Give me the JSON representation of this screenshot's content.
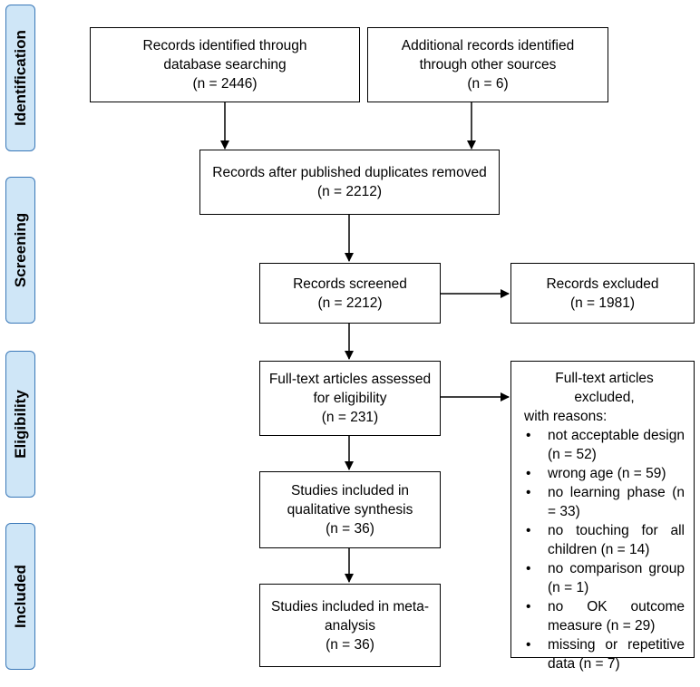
{
  "stages": {
    "identification": "Identification",
    "screening": "Screening",
    "eligibility": "Eligibility",
    "included": "Included"
  },
  "boxes": {
    "database_records": {
      "line1": "Records identified through",
      "line2": "database searching",
      "count": "(n = 2446)"
    },
    "other_records": {
      "line1": "Additional records identified",
      "line2": "through other sources",
      "count": "(n = 6)"
    },
    "duplicates_removed": {
      "line1": "Records after published duplicates removed",
      "count": "(n = 2212)"
    },
    "screened": {
      "line1": "Records screened",
      "count": "(n = 2212)"
    },
    "excluded": {
      "line1": "Records excluded",
      "count": "(n = 1981)"
    },
    "fulltext_assessed": {
      "line1": "Full-text articles assessed",
      "line2": "for eligibility",
      "count": "(n = 231)"
    },
    "qualitative": {
      "line1": "Studies included in",
      "line2": "qualitative synthesis",
      "count": "(n = 36)"
    },
    "meta_analysis": {
      "line1": "Studies included in meta-",
      "line2": "analysis",
      "count": "(n = 36)"
    }
  },
  "fulltext_excluded": {
    "heading1": "Full-text articles excluded,",
    "heading2": "with reasons:",
    "reasons": [
      "not acceptable design (n = 52)",
      "wrong age (n = 59)",
      "no learning phase (n = 33)",
      "no touching for all children (n = 14)",
      "no comparison group (n = 1)",
      "no OK outcome measure (n = 29)",
      "missing or repetitive data (n = 7)"
    ]
  }
}
